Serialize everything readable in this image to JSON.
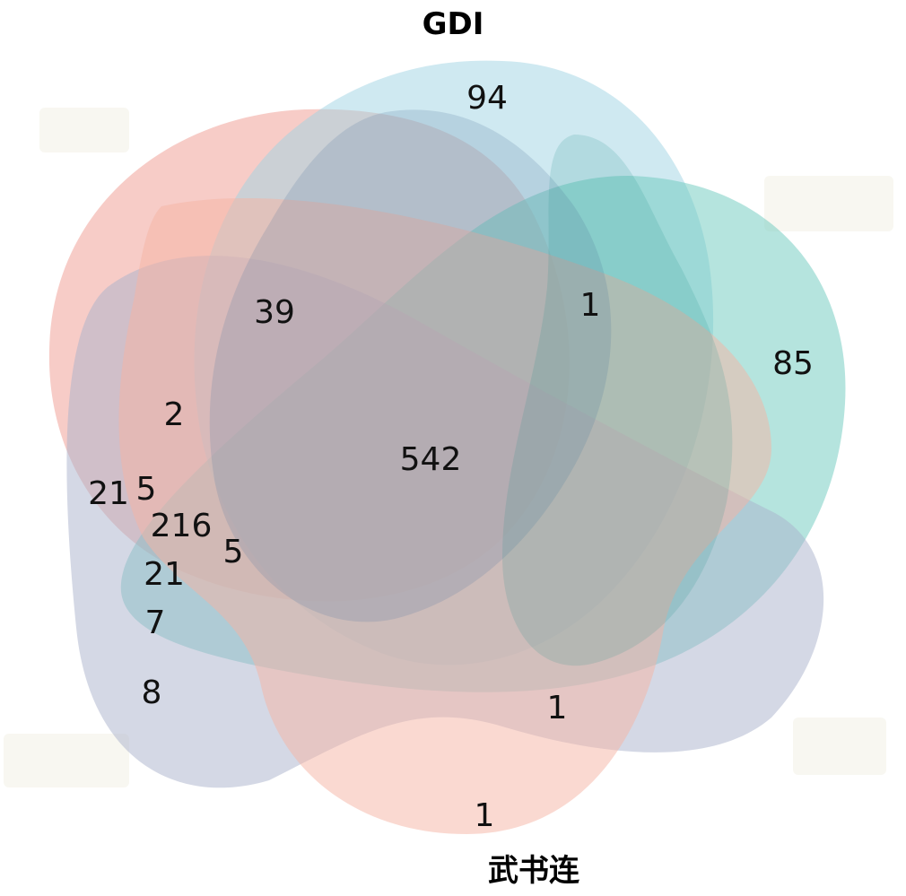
{
  "diagram": {
    "type": "venn",
    "set_count": 5,
    "sets": [
      {
        "id": "blue",
        "label": "GDI",
        "color": "#9fd3e4"
      },
      {
        "id": "teal",
        "label": "",
        "color": "#6cc9bd"
      },
      {
        "id": "slate",
        "label": "",
        "color": "#a9b1cc"
      },
      {
        "id": "salmon",
        "label": "武书连",
        "color": "#f6b3a3"
      },
      {
        "id": "red",
        "label": "",
        "color": "#ef9a90"
      }
    ],
    "counts": [
      {
        "id": "c94",
        "value": "94"
      },
      {
        "id": "c85",
        "value": "85"
      },
      {
        "id": "c39",
        "value": "39"
      },
      {
        "id": "c1a",
        "value": "1"
      },
      {
        "id": "c542",
        "value": "542"
      },
      {
        "id": "c2",
        "value": "2"
      },
      {
        "id": "c21a",
        "value": "21"
      },
      {
        "id": "c5a",
        "value": "5"
      },
      {
        "id": "c216",
        "value": "216"
      },
      {
        "id": "c5b",
        "value": "5"
      },
      {
        "id": "c21b",
        "value": "21"
      },
      {
        "id": "c7",
        "value": "7"
      },
      {
        "id": "c8",
        "value": "8"
      },
      {
        "id": "c1b",
        "value": "1"
      },
      {
        "id": "c1c",
        "value": "1"
      }
    ]
  }
}
